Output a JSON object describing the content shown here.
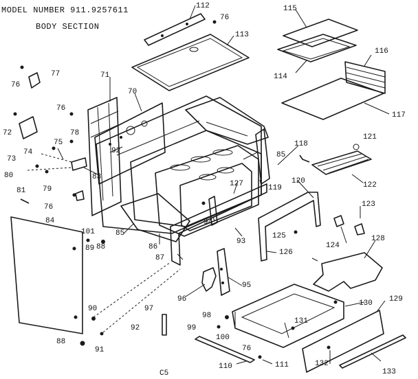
{
  "header": {
    "model_line": "MODEL NUMBER 911.9257611",
    "section": "BODY SECTION"
  },
  "footer": {
    "code": "C5"
  },
  "labels": {
    "l112": "112",
    "l76a": "76",
    "l113": "113",
    "l115": "115",
    "l114": "114",
    "l116": "116",
    "l117": "117",
    "l76b": "76",
    "l77": "77",
    "l71": "71",
    "l70": "70",
    "l76c": "76",
    "l72": "72",
    "l73": "73",
    "l78": "78",
    "l75": "75",
    "l74": "74",
    "l92a": "92",
    "l83": "83",
    "l80": "80",
    "l79": "79",
    "l81": "81",
    "l76d": "76",
    "l101": "101",
    "l84": "84",
    "l85a": "85",
    "l86": "86",
    "l88a": "88",
    "l89": "89",
    "l87": "87",
    "l85b": "85",
    "l118": "118",
    "l121": "121",
    "l122": "122",
    "l120": "120",
    "l119": "119",
    "l127": "127",
    "l94": "94",
    "l93": "93",
    "l123": "123",
    "l125": "125",
    "l124": "124",
    "l126": "126",
    "l128": "128",
    "l95": "95",
    "l96": "96",
    "l97": "97",
    "l90": "90",
    "l92b": "92",
    "l91": "91",
    "l88b": "88",
    "l98": "98",
    "l99": "99",
    "l100": "100",
    "l131": "131",
    "l130": "130",
    "l129": "129",
    "l76e": "76",
    "l111": "111",
    "l110": "110",
    "l132": "132",
    "l133": "133"
  }
}
